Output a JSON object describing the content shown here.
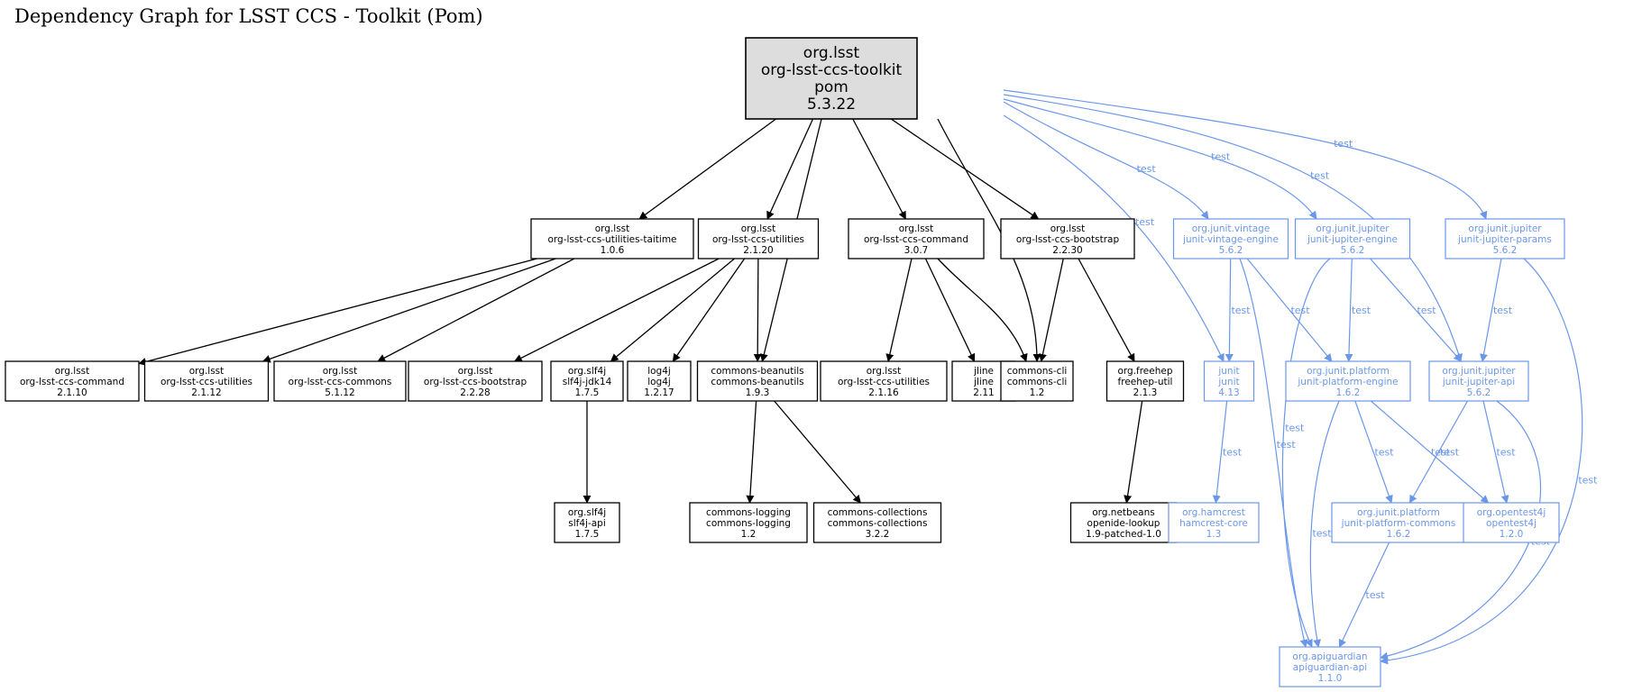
{
  "title": "Dependency Graph for LSST CCS - Toolkit (Pom)",
  "colors": {
    "compile": "#000000",
    "test": "#6b97ea",
    "root_fill": "#dddddd"
  },
  "nodes": [
    {
      "id": "root",
      "lines": [
        "org.lsst",
        "org-lsst-ccs-toolkit",
        "pom",
        "5.3.22"
      ],
      "kind": "root"
    },
    {
      "id": "taitime",
      "lines": [
        "org.lsst",
        "org-lsst-ccs-utilities-taitime",
        "1.0.6"
      ],
      "kind": "compile"
    },
    {
      "id": "utilities",
      "lines": [
        "org.lsst",
        "org-lsst-ccs-utilities",
        "2.1.20"
      ],
      "kind": "compile"
    },
    {
      "id": "command",
      "lines": [
        "org.lsst",
        "org-lsst-ccs-command",
        "3.0.7"
      ],
      "kind": "compile"
    },
    {
      "id": "bootstrap",
      "lines": [
        "org.lsst",
        "org-lsst-ccs-bootstrap",
        "2.2.30"
      ],
      "kind": "compile"
    },
    {
      "id": "vintage",
      "lines": [
        "org.junit.vintage",
        "junit-vintage-engine",
        "5.6.2"
      ],
      "kind": "test"
    },
    {
      "id": "jupiter-engine",
      "lines": [
        "org.junit.jupiter",
        "junit-jupiter-engine",
        "5.6.2"
      ],
      "kind": "test"
    },
    {
      "id": "jupiter-params",
      "lines": [
        "org.junit.jupiter",
        "junit-jupiter-params",
        "5.6.2"
      ],
      "kind": "test"
    },
    {
      "id": "command-2110",
      "lines": [
        "org.lsst",
        "org-lsst-ccs-command",
        "2.1.10"
      ],
      "kind": "compile"
    },
    {
      "id": "utilities-2112",
      "lines": [
        "org.lsst",
        "org-lsst-ccs-utilities",
        "2.1.12"
      ],
      "kind": "compile"
    },
    {
      "id": "commons-5112",
      "lines": [
        "org.lsst",
        "org-lsst-ccs-commons",
        "5.1.12"
      ],
      "kind": "compile"
    },
    {
      "id": "bootstrap-2228",
      "lines": [
        "org.lsst",
        "org-lsst-ccs-bootstrap",
        "2.2.28"
      ],
      "kind": "compile"
    },
    {
      "id": "slf4j-jdk14",
      "lines": [
        "org.slf4j",
        "slf4j-jdk14",
        "1.7.5"
      ],
      "kind": "compile"
    },
    {
      "id": "log4j",
      "lines": [
        "log4j",
        "log4j",
        "1.2.17"
      ],
      "kind": "compile"
    },
    {
      "id": "beanutils",
      "lines": [
        "commons-beanutils",
        "commons-beanutils",
        "1.9.3"
      ],
      "kind": "compile"
    },
    {
      "id": "utilities-2116",
      "lines": [
        "org.lsst",
        "org-lsst-ccs-utilities",
        "2.1.16"
      ],
      "kind": "compile"
    },
    {
      "id": "jline",
      "lines": [
        "jline",
        "jline",
        "2.11"
      ],
      "kind": "compile"
    },
    {
      "id": "commons-cli",
      "lines": [
        "commons-cli",
        "commons-cli",
        "1.2"
      ],
      "kind": "compile"
    },
    {
      "id": "freehep",
      "lines": [
        "org.freehep",
        "freehep-util",
        "2.1.3"
      ],
      "kind": "compile"
    },
    {
      "id": "junit",
      "lines": [
        "junit",
        "junit",
        "4.13"
      ],
      "kind": "test"
    },
    {
      "id": "platform-engine",
      "lines": [
        "org.junit.platform",
        "junit-platform-engine",
        "1.6.2"
      ],
      "kind": "test"
    },
    {
      "id": "jupiter-api",
      "lines": [
        "org.junit.jupiter",
        "junit-jupiter-api",
        "5.6.2"
      ],
      "kind": "test"
    },
    {
      "id": "slf4j-api",
      "lines": [
        "org.slf4j",
        "slf4j-api",
        "1.7.5"
      ],
      "kind": "compile"
    },
    {
      "id": "commons-logging",
      "lines": [
        "commons-logging",
        "commons-logging",
        "1.2"
      ],
      "kind": "compile"
    },
    {
      "id": "commons-collections",
      "lines": [
        "commons-collections",
        "commons-collections",
        "3.2.2"
      ],
      "kind": "compile"
    },
    {
      "id": "openide",
      "lines": [
        "org.netbeans",
        "openide-lookup",
        "1.9-patched-1.0"
      ],
      "kind": "compile"
    },
    {
      "id": "hamcrest",
      "lines": [
        "org.hamcrest",
        "hamcrest-core",
        "1.3"
      ],
      "kind": "test"
    },
    {
      "id": "platform-commons",
      "lines": [
        "org.junit.platform",
        "junit-platform-commons",
        "1.6.2"
      ],
      "kind": "test"
    },
    {
      "id": "opentest4j",
      "lines": [
        "org.opentest4j",
        "opentest4j",
        "1.2.0"
      ],
      "kind": "test"
    },
    {
      "id": "apiguardian",
      "lines": [
        "org.apiguardian",
        "apiguardian-api",
        "1.1.0"
      ],
      "kind": "test"
    }
  ],
  "edges": [
    {
      "from": "root",
      "to": "taitime",
      "label": ""
    },
    {
      "from": "root",
      "to": "utilities",
      "label": ""
    },
    {
      "from": "root",
      "to": "beanutils",
      "label": ""
    },
    {
      "from": "root",
      "to": "command",
      "label": ""
    },
    {
      "from": "root",
      "to": "commons-cli",
      "label": ""
    },
    {
      "from": "root",
      "to": "bootstrap",
      "label": ""
    },
    {
      "from": "root",
      "to": "junit",
      "label": "test"
    },
    {
      "from": "root",
      "to": "vintage",
      "label": "test"
    },
    {
      "from": "root",
      "to": "jupiter-engine",
      "label": "test"
    },
    {
      "from": "root",
      "to": "jupiter-api",
      "label": "test"
    },
    {
      "from": "root",
      "to": "jupiter-params",
      "label": "test"
    },
    {
      "from": "taitime",
      "to": "command-2110",
      "label": ""
    },
    {
      "from": "taitime",
      "to": "utilities-2112",
      "label": ""
    },
    {
      "from": "taitime",
      "to": "commons-5112",
      "label": ""
    },
    {
      "from": "utilities",
      "to": "bootstrap-2228",
      "label": ""
    },
    {
      "from": "utilities",
      "to": "slf4j-jdk14",
      "label": ""
    },
    {
      "from": "utilities",
      "to": "log4j",
      "label": ""
    },
    {
      "from": "utilities",
      "to": "beanutils",
      "label": ""
    },
    {
      "from": "command",
      "to": "utilities-2116",
      "label": ""
    },
    {
      "from": "command",
      "to": "jline",
      "label": ""
    },
    {
      "from": "command",
      "to": "commons-cli",
      "label": ""
    },
    {
      "from": "bootstrap",
      "to": "commons-cli",
      "label": ""
    },
    {
      "from": "bootstrap",
      "to": "freehep",
      "label": ""
    },
    {
      "from": "slf4j-jdk14",
      "to": "slf4j-api",
      "label": ""
    },
    {
      "from": "beanutils",
      "to": "commons-logging",
      "label": ""
    },
    {
      "from": "beanutils",
      "to": "commons-collections",
      "label": ""
    },
    {
      "from": "freehep",
      "to": "openide",
      "label": ""
    },
    {
      "from": "vintage",
      "to": "junit",
      "label": "test"
    },
    {
      "from": "vintage",
      "to": "platform-engine",
      "label": "test"
    },
    {
      "from": "vintage",
      "to": "apiguardian",
      "label": "test"
    },
    {
      "from": "jupiter-engine",
      "to": "platform-engine",
      "label": "test"
    },
    {
      "from": "jupiter-engine",
      "to": "jupiter-api",
      "label": "test"
    },
    {
      "from": "jupiter-engine",
      "to": "apiguardian",
      "label": "test"
    },
    {
      "from": "jupiter-params",
      "to": "jupiter-api",
      "label": "test"
    },
    {
      "from": "jupiter-params",
      "to": "apiguardian",
      "label": "test"
    },
    {
      "from": "junit",
      "to": "hamcrest",
      "label": "test"
    },
    {
      "from": "platform-engine",
      "to": "platform-commons",
      "label": "test"
    },
    {
      "from": "platform-engine",
      "to": "opentest4j",
      "label": "test"
    },
    {
      "from": "platform-engine",
      "to": "apiguardian",
      "label": "test"
    },
    {
      "from": "jupiter-api",
      "to": "platform-commons",
      "label": "test"
    },
    {
      "from": "jupiter-api",
      "to": "opentest4j",
      "label": "test"
    },
    {
      "from": "jupiter-api",
      "to": "apiguardian",
      "label": "test"
    },
    {
      "from": "platform-commons",
      "to": "apiguardian",
      "label": "test"
    }
  ]
}
